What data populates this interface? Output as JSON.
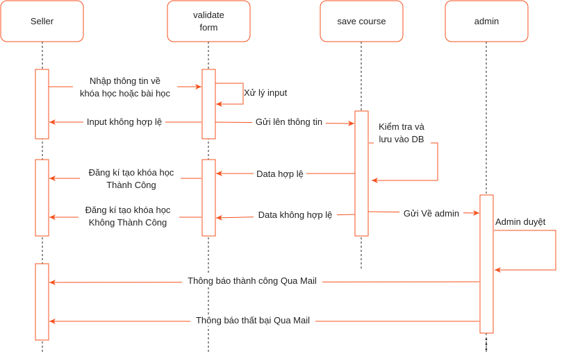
{
  "actors": {
    "seller": "Seller",
    "validate_line1": "validate",
    "validate_line2": "form",
    "save_course": "save course",
    "admin": "admin"
  },
  "messages": {
    "m1_line1": "Nhập thông tin về",
    "m1_line2": "khóa học hoặc bài học",
    "m2": "Xử lý input",
    "m3": "Input không hợp lệ",
    "m4": "Gửi lên thông tin",
    "m5_line1": "Kiểm tra và",
    "m5_line2": "lưu vào DB",
    "m6_line1": "Đăng kí tạo khóa học",
    "m6_line2": "Thành Công",
    "m7": "Data hợp lệ",
    "m8_line1": "Đăng kí tạo khóa học",
    "m8_line2": "Không Thành Công",
    "m9": "Data không hợp lệ",
    "m10": "Gửi Về admin",
    "m11": "Admin duyệt",
    "m12": "Thông báo thành công Qua Mail",
    "m13": "Thông báo thất bại Qua Mail"
  },
  "colors": {
    "accent": "#f4511e",
    "text": "#222222"
  }
}
